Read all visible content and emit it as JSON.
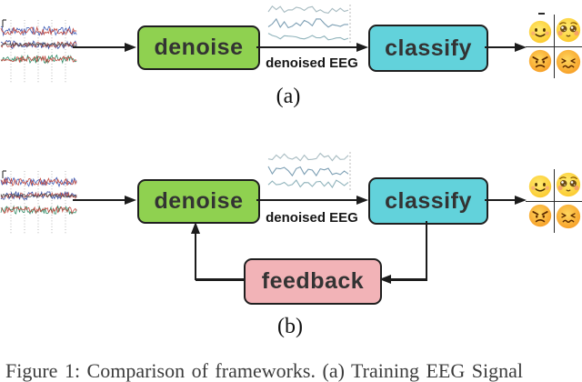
{
  "figure": {
    "panels": {
      "a": {
        "label": "(a)",
        "denoise": "denoise",
        "classify": "classify",
        "arrow_label": "denoised EEG"
      },
      "b": {
        "label": "(b)",
        "denoise": "denoise",
        "classify": "classify",
        "feedback": "feedback",
        "arrow_label": "denoised EEG"
      }
    },
    "caption_partial": "Figure 1: Comparison of frameworks. (a) Training EEG Signal",
    "colors": {
      "denoise_box": "#8FD150",
      "classify_box": "#62D2DB",
      "feedback_box": "#F2B3B7",
      "arrow": "#1C1C1C",
      "denoised_trace": "#7D9FB4",
      "noisy_trace_blue": "#3F5CB5",
      "noisy_trace_red": "#C44B41",
      "noisy_trace_green": "#2E8A65"
    },
    "emoji_quadrant": {
      "top_left": "slightly-smiling-face",
      "top_right": "pleading-face",
      "bottom_left": "angry-face",
      "bottom_right": "confounded-face"
    }
  }
}
